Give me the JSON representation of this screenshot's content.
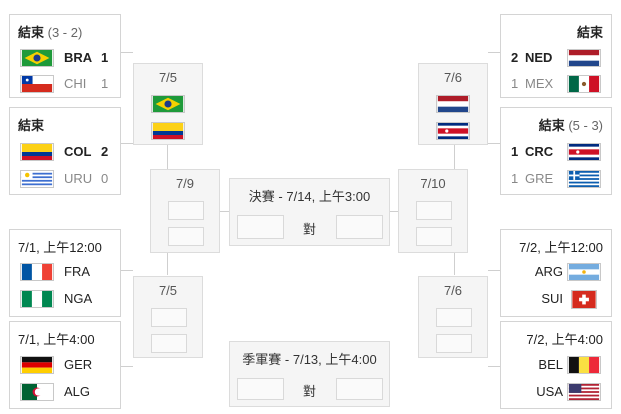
{
  "left": {
    "m1": {
      "status": "結束",
      "score": "(3 - 2)",
      "t1": {
        "name": "BRA",
        "score": "1",
        "flag": "brazil-flag-icon"
      },
      "t2": {
        "name": "CHI",
        "score": "1",
        "flag": "chile-flag-icon"
      }
    },
    "m2": {
      "status": "結束",
      "score": "",
      "t1": {
        "name": "COL",
        "score": "2",
        "flag": "colombia-flag-icon"
      },
      "t2": {
        "name": "URU",
        "score": "0",
        "flag": "uruguay-flag-icon"
      }
    },
    "m3": {
      "time": "7/1, 上午12:00",
      "t1": {
        "name": "FRA",
        "flag": "france-flag-icon"
      },
      "t2": {
        "name": "NGA",
        "flag": "nigeria-flag-icon"
      }
    },
    "m4": {
      "time": "7/1, 上午4:00",
      "t1": {
        "name": "GER",
        "flag": "germany-flag-icon"
      },
      "t2": {
        "name": "ALG",
        "flag": "algeria-flag-icon"
      }
    },
    "qf1": {
      "date": "7/5"
    },
    "qf2": {
      "date": "7/5"
    },
    "sf": {
      "date": "7/9"
    }
  },
  "right": {
    "m1": {
      "status": "結束",
      "score": "",
      "t1": {
        "name": "NED",
        "score": "2",
        "flag": "netherlands-flag-icon"
      },
      "t2": {
        "name": "MEX",
        "score": "1",
        "flag": "mexico-flag-icon"
      }
    },
    "m2": {
      "status": "結束",
      "score": "(5 - 3)",
      "t1": {
        "name": "CRC",
        "score": "1",
        "flag": "costa-rica-flag-icon"
      },
      "t2": {
        "name": "GRE",
        "score": "1",
        "flag": "greece-flag-icon"
      }
    },
    "m3": {
      "time": "7/2, 上午12:00",
      "t1": {
        "name": "ARG",
        "flag": "argentina-flag-icon"
      },
      "t2": {
        "name": "SUI",
        "flag": "switzerland-flag-icon"
      }
    },
    "m4": {
      "time": "7/2, 上午4:00",
      "t1": {
        "name": "BEL",
        "flag": "belgium-flag-icon"
      },
      "t2": {
        "name": "USA",
        "flag": "usa-flag-icon"
      }
    },
    "qf1": {
      "date": "7/6"
    },
    "qf2": {
      "date": "7/6"
    },
    "sf": {
      "date": "7/10"
    }
  },
  "final": {
    "title": "決賽 - 7/14, 上午3:00",
    "vs": "對"
  },
  "third": {
    "title": "季軍賽 - 7/13, 上午4:00",
    "vs": "對"
  },
  "colors": {
    "border": "#d4d4d4",
    "win": "#222222",
    "lose": "#888888",
    "pending_bg": "#f5f5f5"
  }
}
